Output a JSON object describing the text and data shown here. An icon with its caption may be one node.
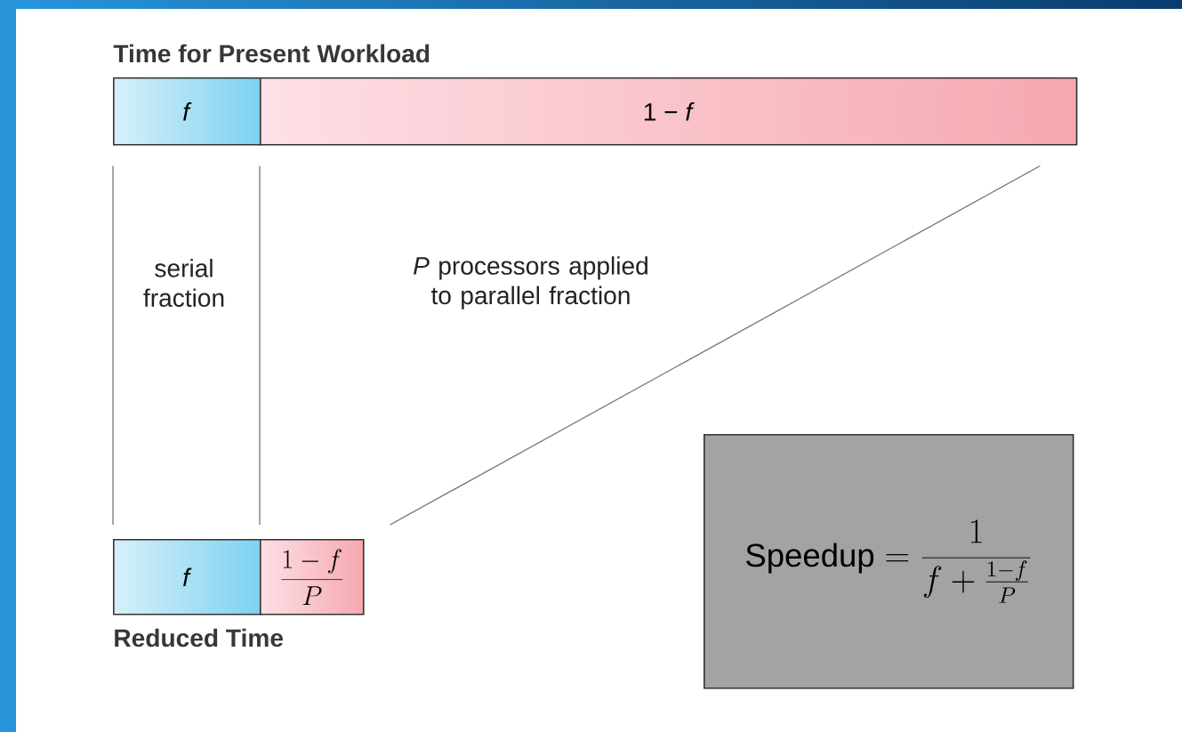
{
  "diagram": {
    "nodes": [
      {
        "text": [
          "*f*"
        ]
      },
      {
        "text": [
          "1 − *f*"
        ]
      },
      {
        "text": [
          "*f*"
        ]
      },
      {
        "text": [
          "\\frac{1-f}{P}"
        ]
      },
      {
        "text": [
          "\\mathrm{Speedup} = \\frac{1}{f+\\frac{1-f}{P}}"
        ]
      }
    ],
    "edges": [
      {
        "from": 0,
        "to": 2,
        "arrow": "none"
      },
      {
        "from": 1,
        "to": 3,
        "arrow": "none"
      },
      {
        "from": 1,
        "to": 3,
        "arrow": "none"
      }
    ],
    "labels": [
      "Time for Present Workload",
      "serial fraction",
      "*P* processors applied to parallel fraction",
      "Reduced Time"
    ]
  }
}
